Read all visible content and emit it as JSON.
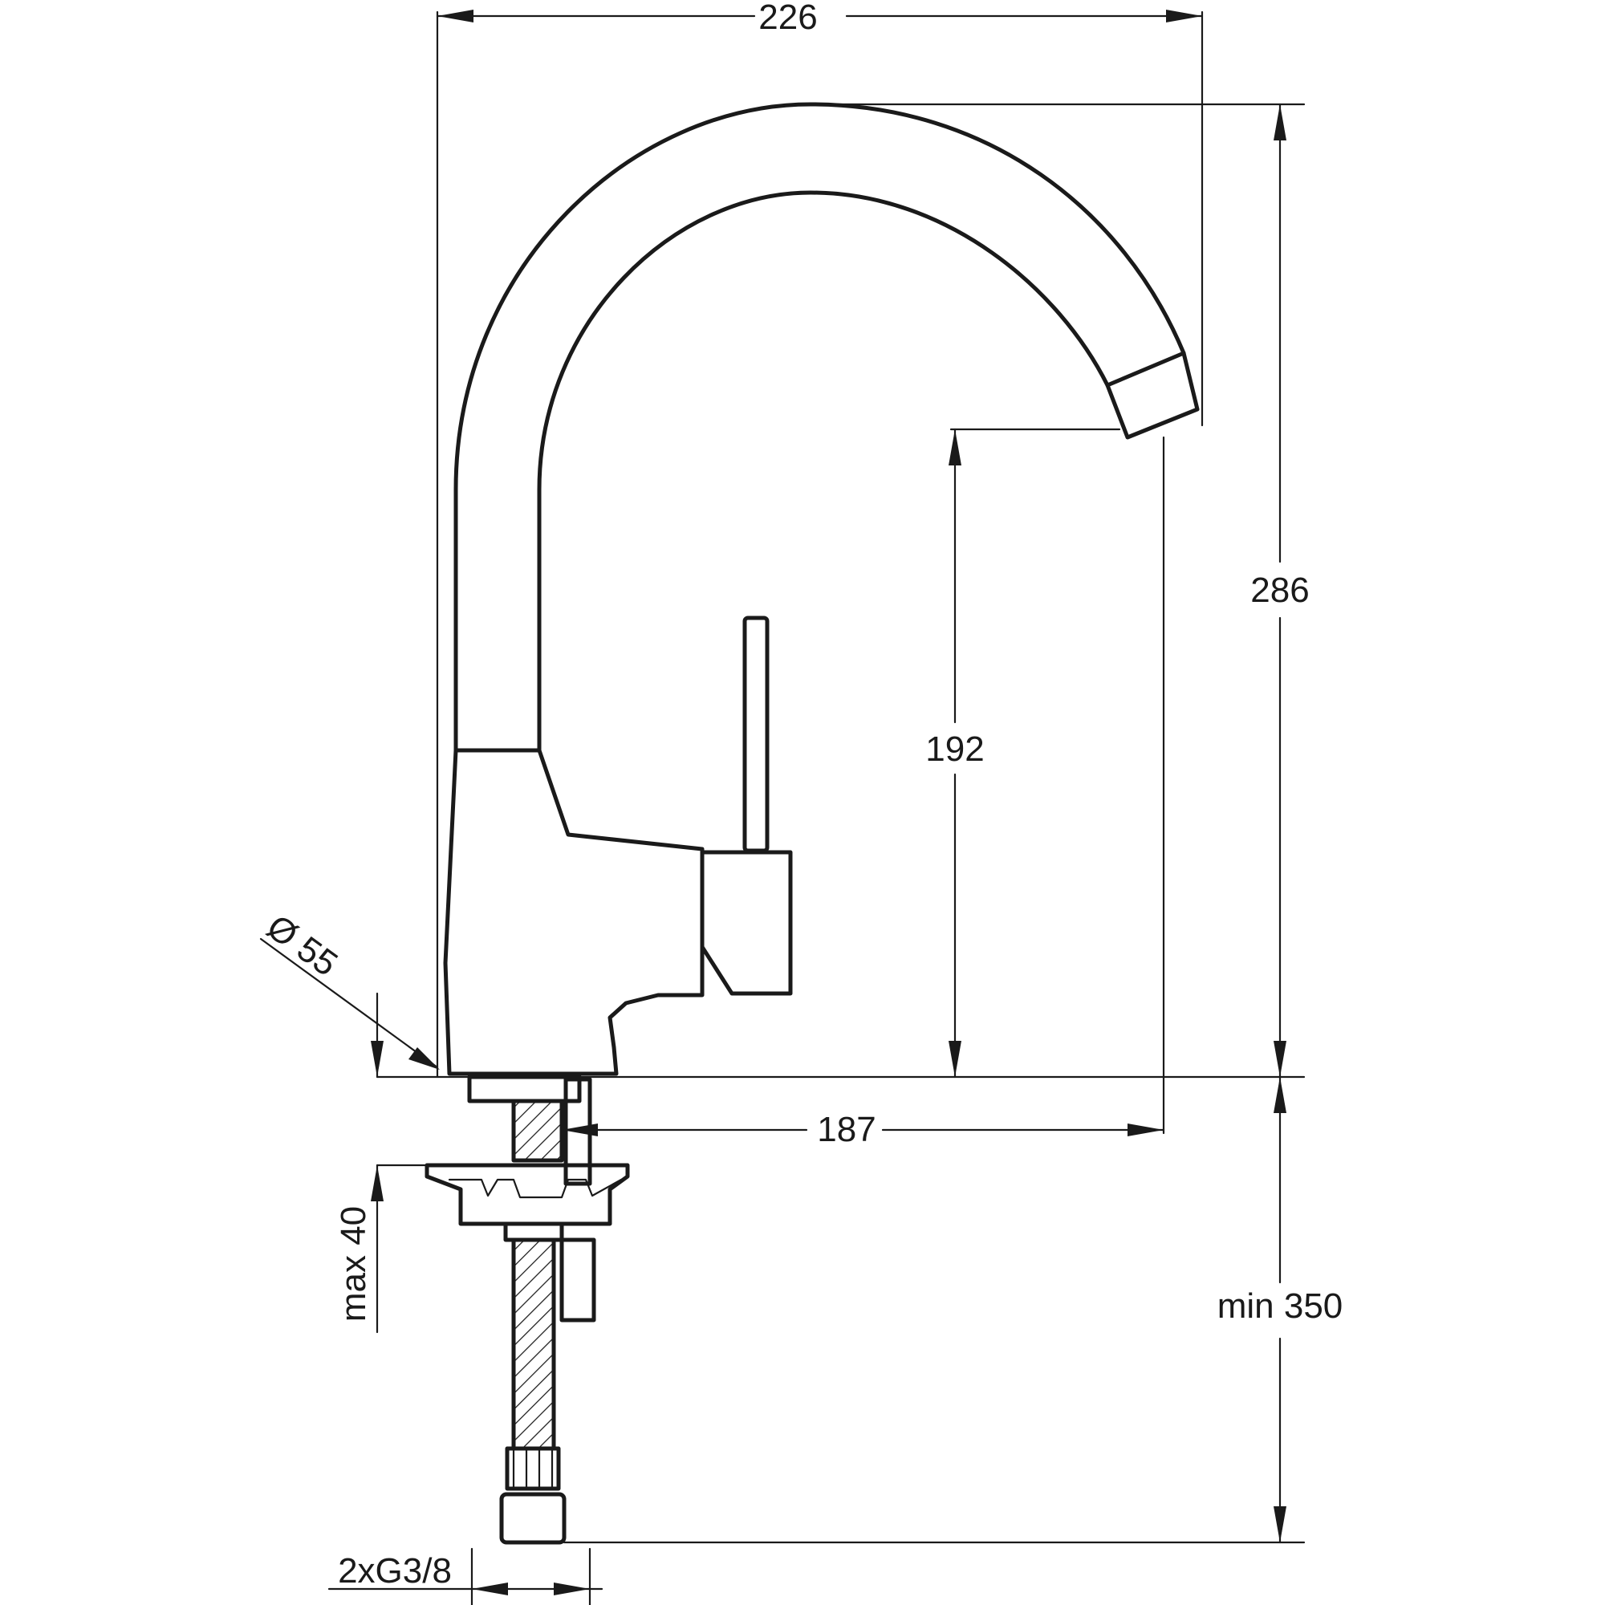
{
  "dimensions": {
    "overall_width": "226",
    "overall_height": "286",
    "spout_clearance": "192",
    "spout_reach": "187",
    "base_diameter": "Ø 55",
    "max_deck_thickness": "max 40",
    "min_hose_length": "min 350",
    "connections": "2xG3/8"
  },
  "colors": {
    "line": "#1a1a1a",
    "background": "#ffffff"
  }
}
